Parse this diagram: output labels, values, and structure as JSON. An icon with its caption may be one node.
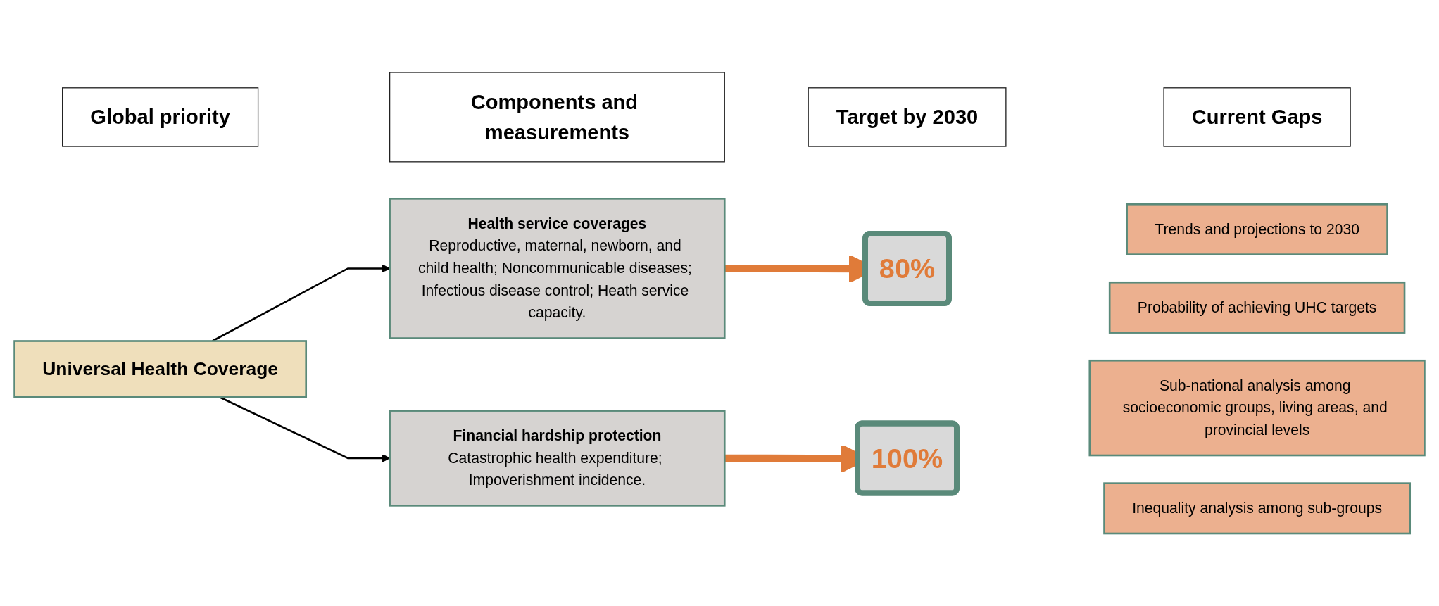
{
  "diagram": {
    "nodes": [
      {
        "text": [
          "Global priority"
        ]
      },
      {
        "text": [
          "Components and measurements"
        ]
      },
      {
        "text": [
          "Target by 2030"
        ]
      },
      {
        "text": [
          "Current Gaps"
        ]
      },
      {
        "text": [
          "Universal Health Coverage"
        ]
      },
      {
        "text": [
          "Health service coverages",
          "Reproductive, maternal, newborn, and child health; Noncommunicable diseases; Infectious disease control; Heath service capacity."
        ]
      },
      {
        "text": [
          "80%"
        ]
      },
      {
        "text": [
          "Financial hardship protection",
          "Catastrophic health expenditure; Impoverishment incidence."
        ]
      },
      {
        "text": [
          "100%"
        ]
      },
      {
        "text": [
          "Trends and projections to 2030"
        ]
      },
      {
        "text": [
          "Probability of achieving UHC targets"
        ]
      },
      {
        "text": [
          "Sub-national analysis among socioeconomic groups, living areas, and provincial levels"
        ]
      },
      {
        "text": [
          "Inequality analysis among sub-groups"
        ]
      }
    ],
    "edges": [
      {
        "from": 4,
        "to": 5,
        "arrow": "to"
      },
      {
        "from": 4,
        "to": 7,
        "arrow": "to"
      },
      {
        "from": 5,
        "to": 6,
        "arrow": "to",
        "style": "thick",
        "color": "#e07b39"
      },
      {
        "from": 7,
        "to": 8,
        "arrow": "to",
        "style": "thick",
        "color": "#e07b39"
      }
    ]
  }
}
